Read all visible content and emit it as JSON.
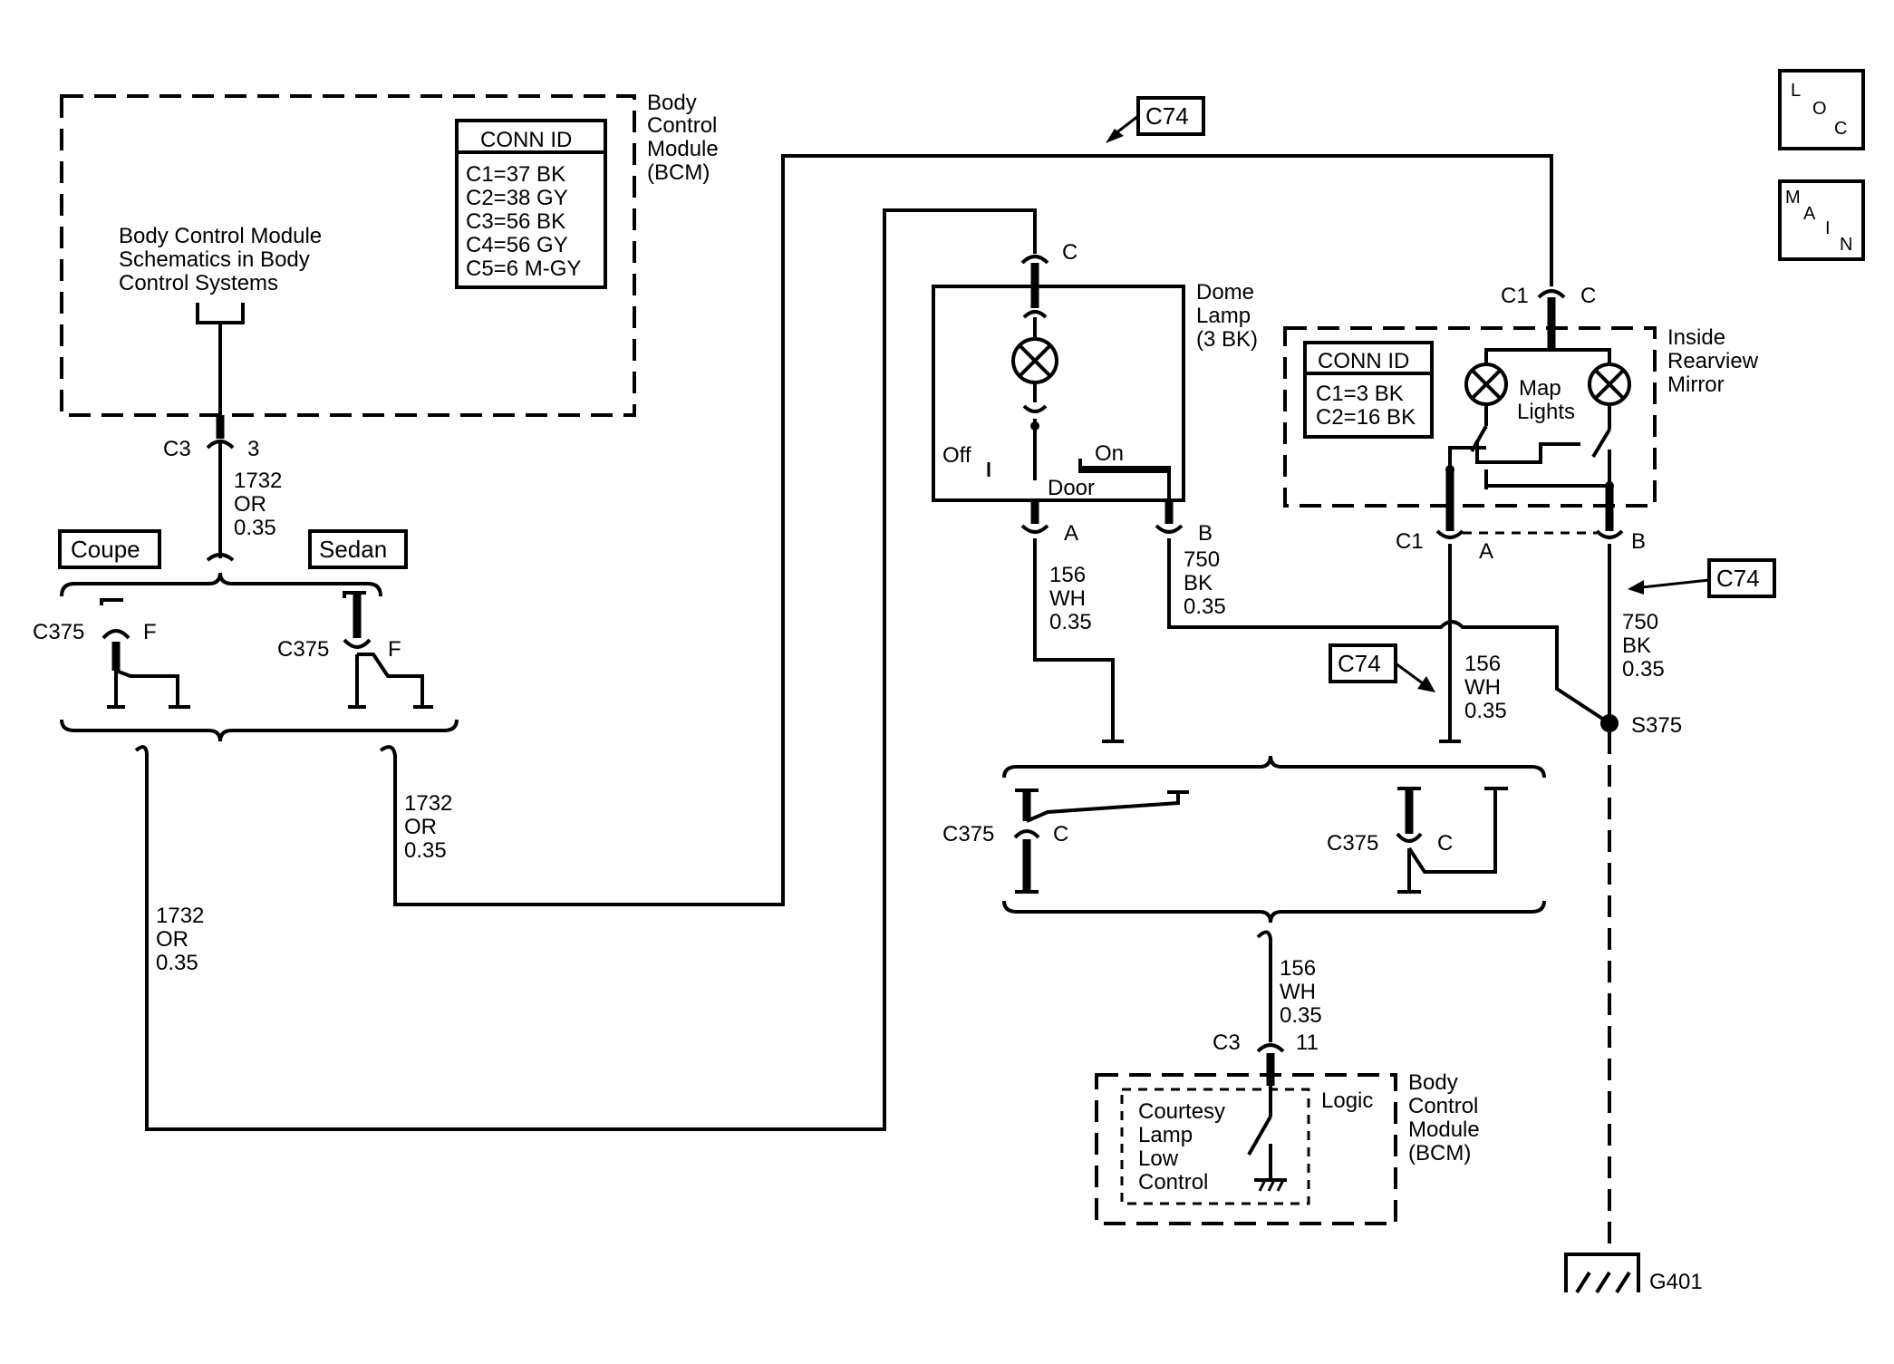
{
  "bcm_top": {
    "label": [
      "Body",
      "Control",
      "Module",
      "(BCM)"
    ],
    "note": [
      "Body Control Module",
      "Schematics in Body",
      "Control Systems"
    ],
    "conn_id": {
      "title": "CONN ID",
      "rows": [
        "C1=37 BK",
        "C2=38 GY",
        "C3=56 BK",
        "C4=56 GY",
        "C5=6 M-GY"
      ]
    },
    "connector": "C3",
    "pin": "3"
  },
  "wire_1732": {
    "lines": [
      "1732",
      "OR",
      "0.35"
    ]
  },
  "coupe_label": "Coupe",
  "sedan_label": "Sedan",
  "c375_f": {
    "connector": "C375",
    "pin": "F"
  },
  "c375_c": {
    "connector": "C375",
    "pin": "C"
  },
  "c74_label": "C74",
  "dome_lamp": {
    "label": [
      "Dome",
      "Lamp",
      "(3 BK)"
    ],
    "top_pin": "C",
    "off": "Off",
    "on": "On",
    "door": "Door",
    "pin_a": "A",
    "pin_b": "B"
  },
  "wire_156": {
    "lines": [
      "156",
      "WH",
      "0.35"
    ]
  },
  "wire_750": {
    "lines": [
      "750",
      "BK",
      "0.35"
    ]
  },
  "mirror": {
    "label": [
      "Inside",
      "Rearview",
      "Mirror"
    ],
    "conn_id": {
      "title": "CONN ID",
      "rows": [
        "C1=3 BK",
        "C2=16 BK"
      ]
    },
    "map_lights": [
      "Map",
      "Lights"
    ],
    "top_conn": "C1",
    "top_pin": "C",
    "bottom_conn": "C1",
    "pin_a": "A",
    "pin_b": "B"
  },
  "splice": "S375",
  "ground": "G401",
  "bcm_bottom": {
    "label": [
      "Body",
      "Control",
      "Module",
      "(BCM)"
    ],
    "logic": "Logic",
    "inner": [
      "Courtesy",
      "Lamp",
      "Low",
      "Control"
    ],
    "connector": "C3",
    "pin": "11"
  },
  "nav": {
    "loc": [
      "L",
      "O",
      "C"
    ],
    "main": [
      "M",
      "A",
      "I",
      "N"
    ]
  }
}
